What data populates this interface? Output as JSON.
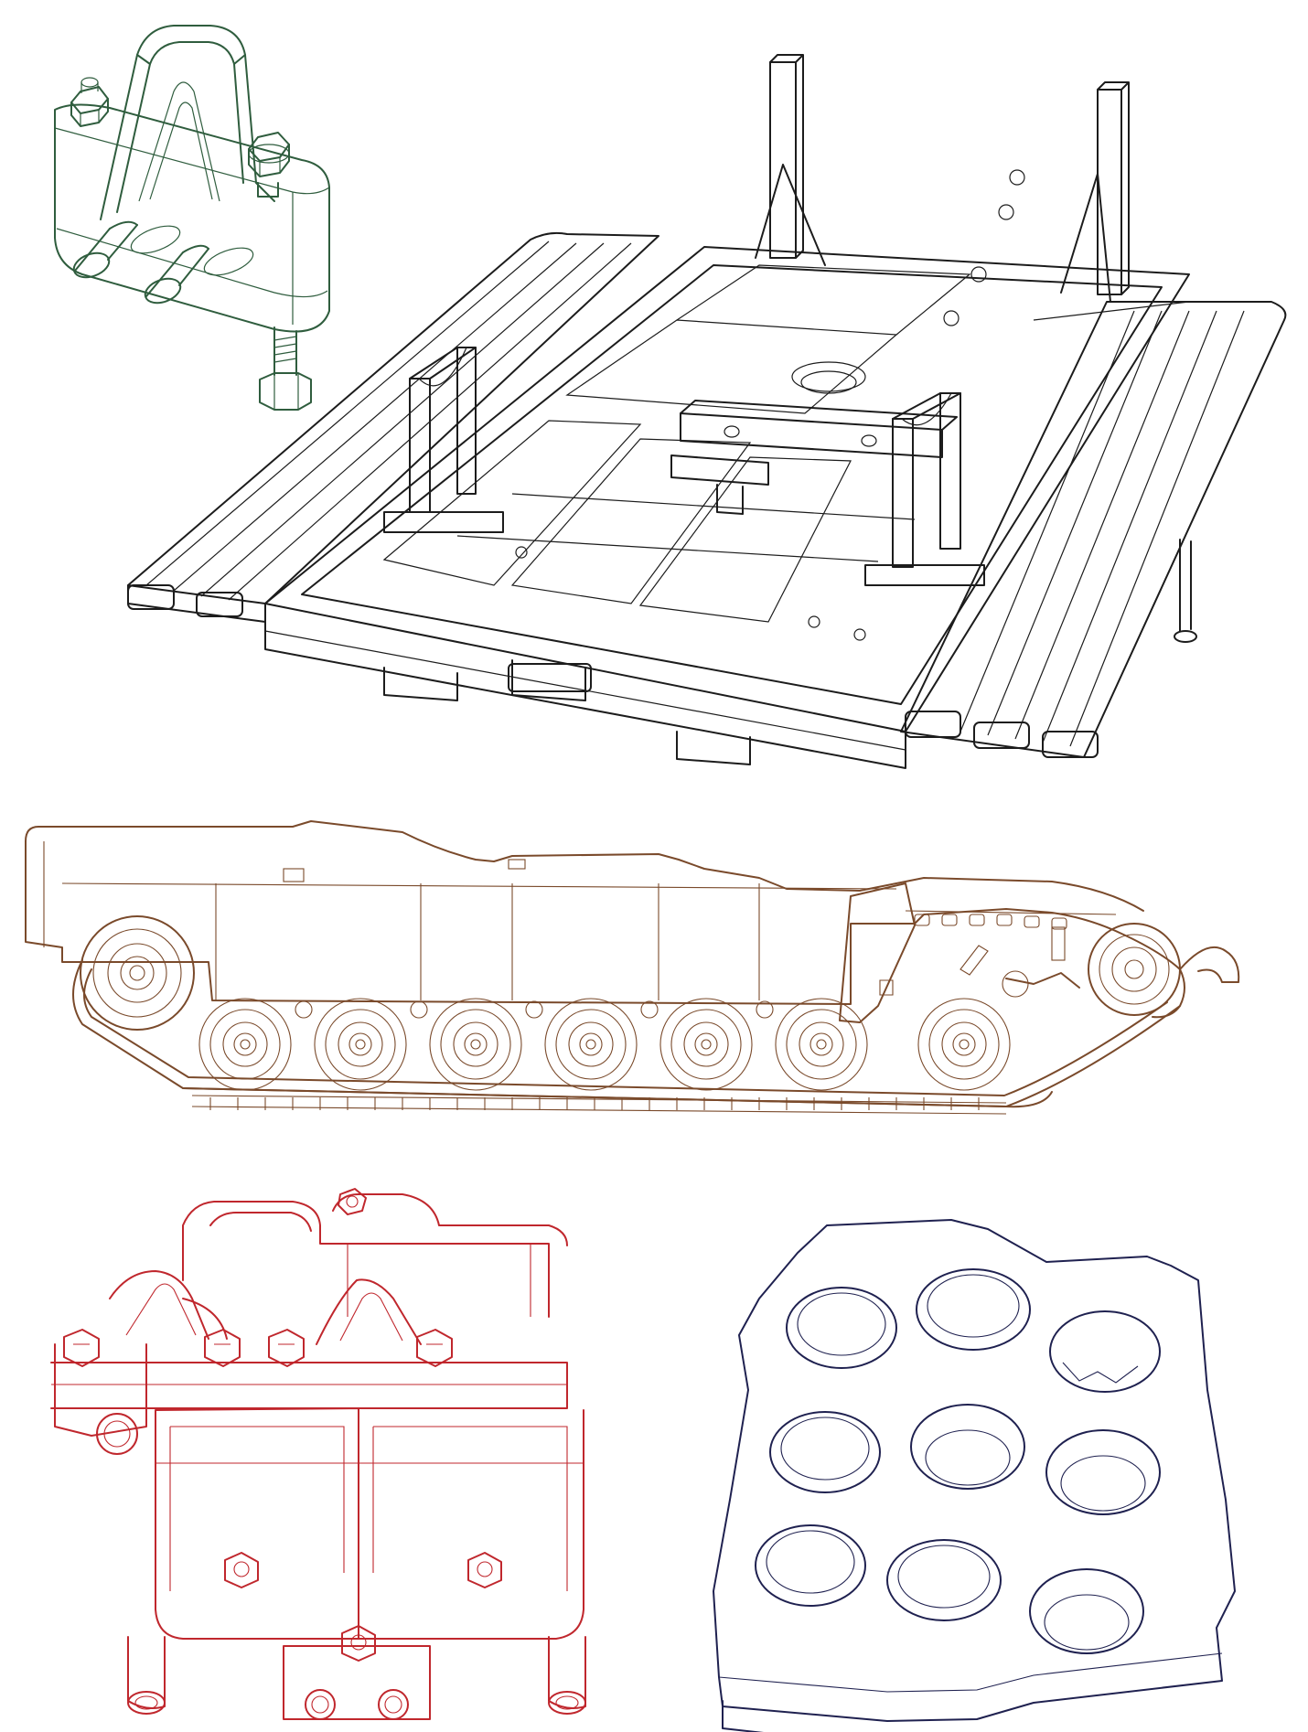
{
  "illustrations": [
    {
      "id": "clamp",
      "icon": "track-clamp-icon",
      "color": "#2f5d3e"
    },
    {
      "id": "fixture",
      "icon": "track-fixture-frame-icon",
      "color": "#1c1c1c"
    },
    {
      "id": "tank",
      "icon": "tank-hull-side-view-icon",
      "color": "#7a4a2b"
    },
    {
      "id": "links",
      "icon": "track-link-block-icon",
      "color": "#c0272d"
    },
    {
      "id": "plate",
      "icon": "perforated-plate-icon",
      "color": "#1f2150"
    }
  ]
}
